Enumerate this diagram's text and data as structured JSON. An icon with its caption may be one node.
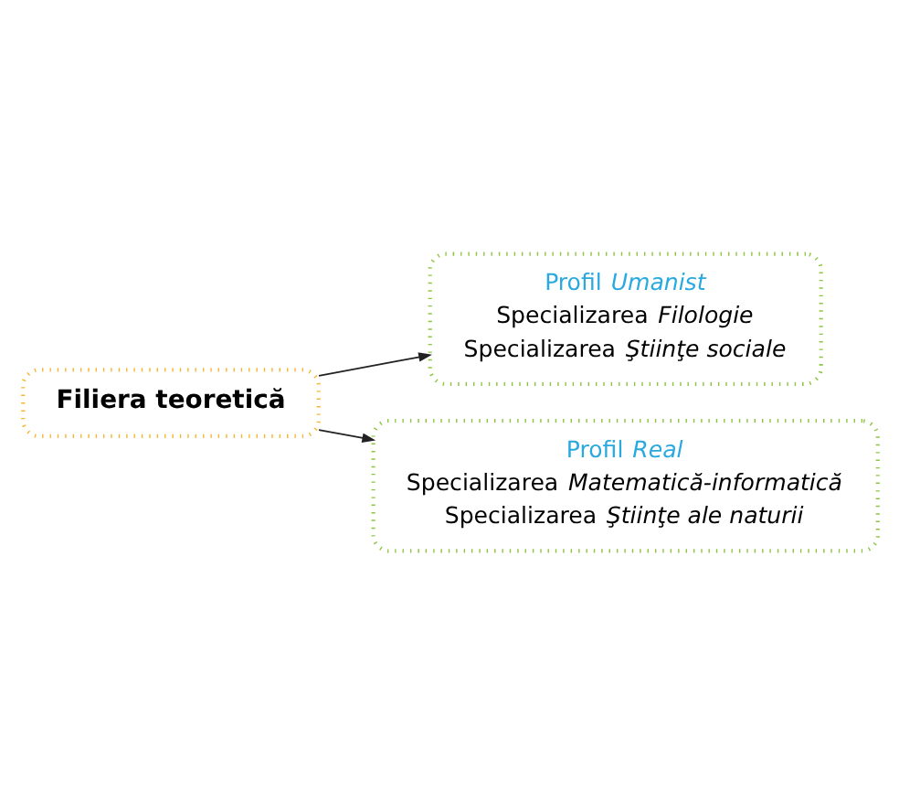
{
  "diagram": {
    "nodes": [
      {
        "text": [
          "Filiera teoretică"
        ]
      },
      {
        "text": [
          "Profil *Umanist*",
          "Specializarea *Filologie*",
          "Specializarea *Ştiinţe sociale*"
        ]
      },
      {
        "text": [
          "Profil *Real*",
          "Specializarea *Matematică-informatică*",
          "Specializarea *Ştiinţe ale naturii*"
        ]
      }
    ],
    "edges": [
      {
        "from": 0,
        "to": 1,
        "arrow": "to"
      },
      {
        "from": 0,
        "to": 2,
        "arrow": "to"
      }
    ]
  }
}
